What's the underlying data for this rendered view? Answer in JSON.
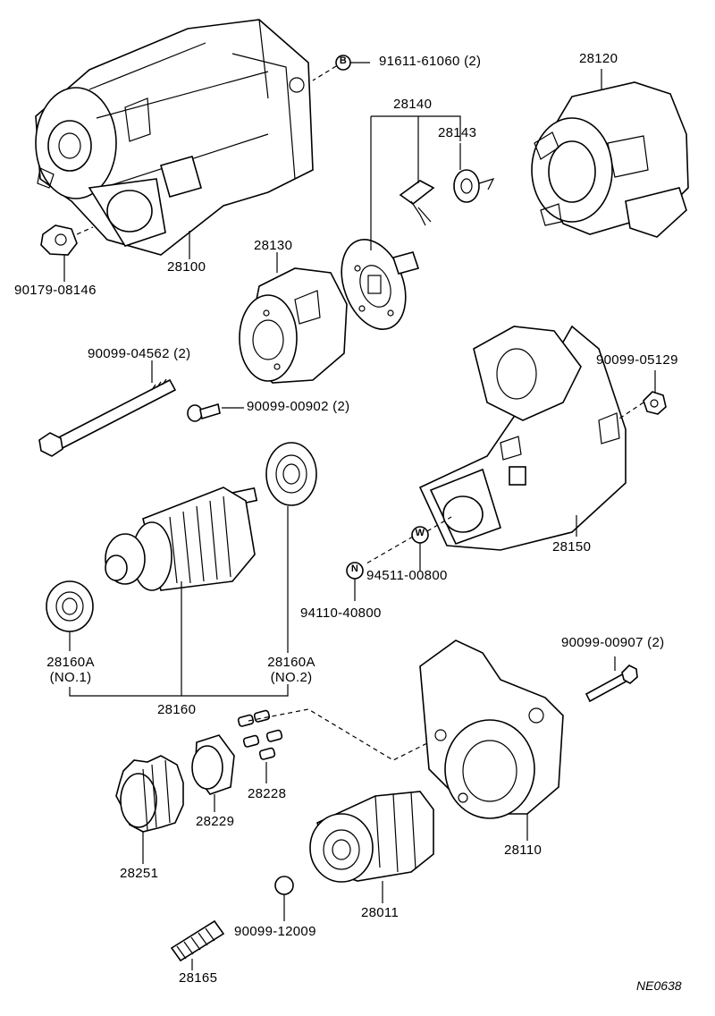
{
  "labels": {
    "p91611": "91611-61060 (2)",
    "p28120": "28120",
    "p28140": "28140",
    "p28143": "28143",
    "p28100": "28100",
    "p90179": "90179-08146",
    "p28130": "28130",
    "p90099_04562": "90099-04562 (2)",
    "p90099_00902": "90099-00902 (2)",
    "p90099_05129": "90099-05129",
    "p28150": "28150",
    "p94511": "94511-00800",
    "p94110": "94110-40800",
    "p28160A_1_num": "28160A",
    "p28160A_1_sub": "(NO.1)",
    "p28160A_2_num": "28160A",
    "p28160A_2_sub": "(NO.2)",
    "p28160": "28160",
    "p90099_00907": "90099-00907 (2)",
    "p28228": "28228",
    "p28229": "28229",
    "p28251": "28251",
    "p28110": "28110",
    "p28011": "28011",
    "p90099_12009": "90099-12009",
    "p28165": "28165"
  },
  "markers": {
    "b": "B",
    "w": "W",
    "n": "N"
  },
  "reference": "NE0638"
}
